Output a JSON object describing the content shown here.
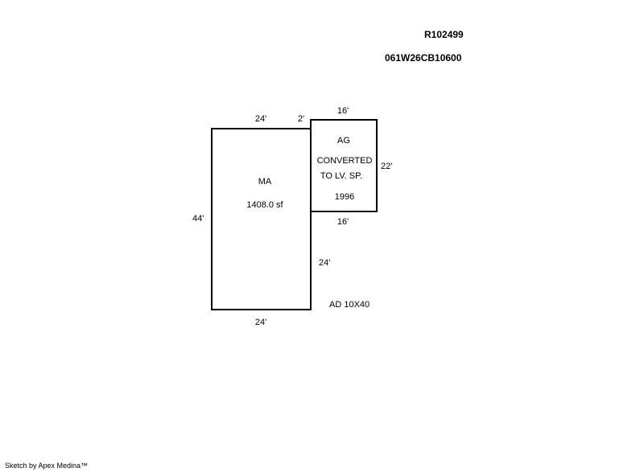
{
  "header": {
    "account_id": "R102499",
    "map_taxlot": "061W26CB10600"
  },
  "sketch": {
    "main_area": {
      "code": "MA",
      "area": "1408.0 sf"
    },
    "attached_garage": {
      "code": "AG",
      "note_line1": "CONVERTED",
      "note_line2": "TO LV. SP.",
      "year": "1996"
    },
    "addition": "AD  10X40",
    "dimensions": {
      "main_top": "24'",
      "main_left": "44'",
      "main_bottom": "24'",
      "main_right_lower": "24'",
      "gap_top": "2'",
      "garage_top": "16'",
      "garage_right": "22'",
      "garage_bottom": "16'"
    }
  },
  "footer": {
    "credit": "Sketch by Apex Medina™"
  }
}
